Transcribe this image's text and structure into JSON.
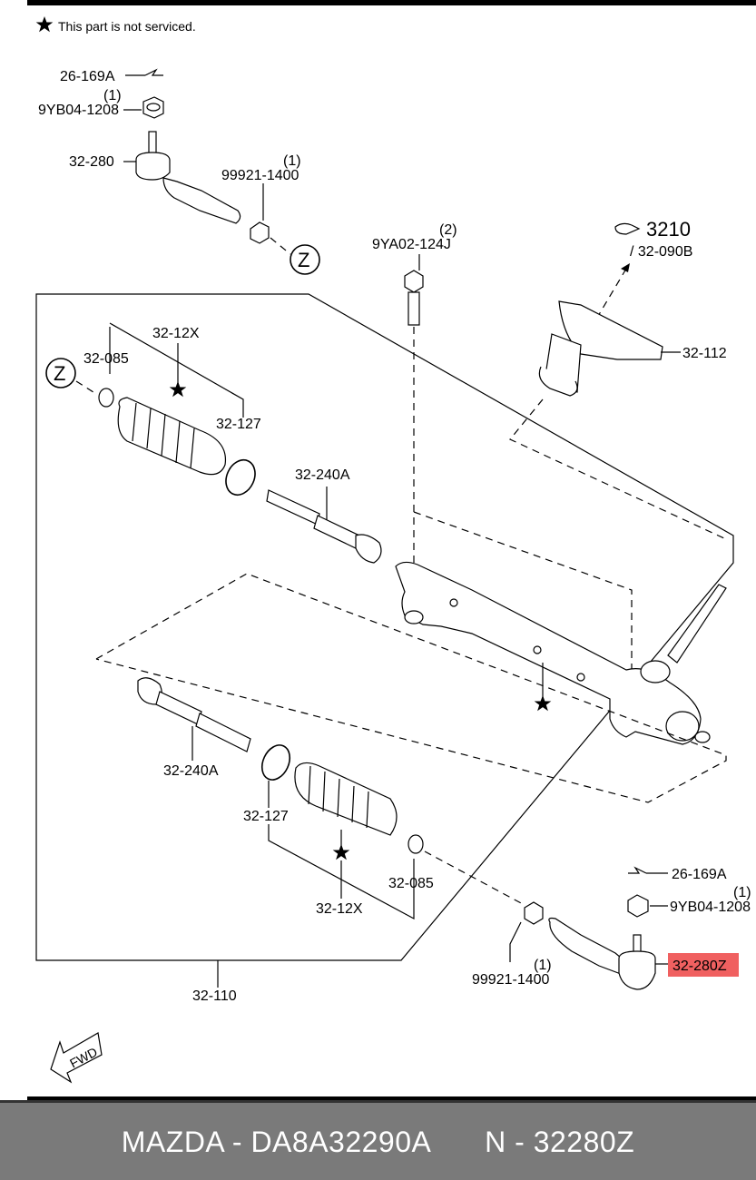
{
  "note": {
    "text": "This part is not serviced."
  },
  "labels": {
    "p26_169A_top": "26-169A",
    "p9YB04_1208_top": "9YB04-1208",
    "qty_9YB04_top": "(1)",
    "p32_280": "32-280",
    "p99921_1400_top": "99921-1400",
    "qty_99921_top": "(1)",
    "z_top": "Z",
    "p9YA02_124J": "9YA02-124J",
    "qty_9YA02": "(2)",
    "p3210": "3210",
    "p32_090B": "/ 32-090B",
    "p32_112": "32-112",
    "p32_12X_top": "32-12X",
    "p32_085_top": "32-085",
    "z_left": "Z",
    "p32_127_top": "32-127",
    "p32_240A_top": "32-240A",
    "p32_240A_bottom": "32-240A",
    "p32_127_bottom": "32-127",
    "p32_085_bottom": "32-085",
    "p32_12X_bottom": "32-12X",
    "p26_169A_bottom": "26-169A",
    "p9YB04_1208_bottom": "9YB04-1208",
    "qty_9YB04_bottom": "(1)",
    "p32_280Z": "32-280Z",
    "p99921_1400_bottom": "99921-1400",
    "qty_99921_bottom": "(1)",
    "p32_110": "32-110",
    "fwd": "FWD"
  },
  "highlight": {
    "color": "#f06060"
  },
  "footer": {
    "brand_part": "MAZDA - DA8A32290A",
    "ref_part": "N - 32280Z"
  }
}
